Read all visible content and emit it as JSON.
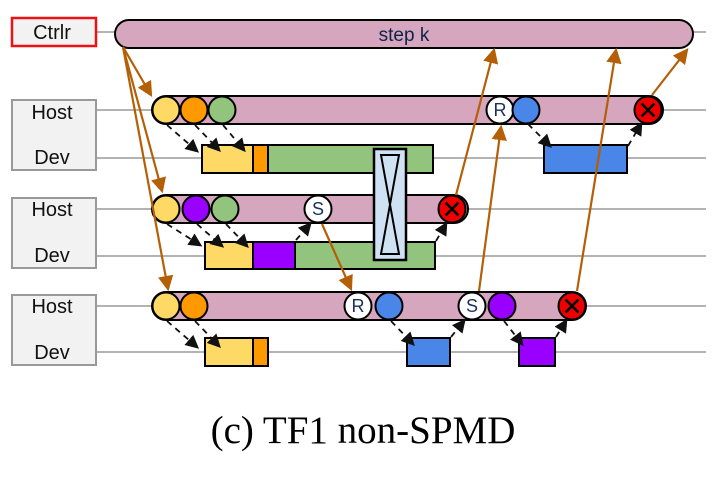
{
  "palette": {
    "timeline_bar_pink": "#d5a6bd",
    "op_yellow": "#ffd966",
    "op_orange": "#ff9900",
    "op_green": "#93c47d",
    "op_purple": "#9900ff",
    "op_blue": "#4a86e8",
    "step_end_red": "#ee0000",
    "collective_light_blue": "#cfe2f3",
    "arrow_orange": "#b45f06",
    "label_box_fill": "#f2f2f2",
    "label_box_border": "#999999",
    "controller_box_border": "#ee1111",
    "timeline_line_gray": "#b3b3b3"
  },
  "controller": {
    "label": "Ctrlr"
  },
  "step_bar": {
    "label": "step k"
  },
  "groups": [
    {
      "host_label": "Host",
      "dev_label": "Dev"
    },
    {
      "host_label": "Host",
      "dev_label": "Dev"
    },
    {
      "host_label": "Host",
      "dev_label": "Dev"
    }
  ],
  "markers": {
    "receive": "R",
    "send": "S"
  },
  "caption": "(c) TF1 non-SPMD",
  "rows": [
    {
      "host_events": [
        "enqueue-yellow",
        "enqueue-orange",
        "enqueue-green",
        "receive-R",
        "enqueue-blue",
        "step-end-x"
      ],
      "dev_ops": [
        "yellow",
        "orange",
        "green",
        "blue"
      ]
    },
    {
      "host_events": [
        "enqueue-yellow",
        "enqueue-purple",
        "enqueue-green",
        "send-S",
        "step-end-x"
      ],
      "dev_ops": [
        "yellow",
        "purple",
        "green"
      ]
    },
    {
      "host_events": [
        "enqueue-yellow",
        "enqueue-orange",
        "receive-R",
        "enqueue-blue",
        "send-S",
        "enqueue-purple",
        "step-end-x"
      ],
      "dev_ops": [
        "yellow",
        "orange",
        "blue",
        "purple"
      ]
    }
  ]
}
